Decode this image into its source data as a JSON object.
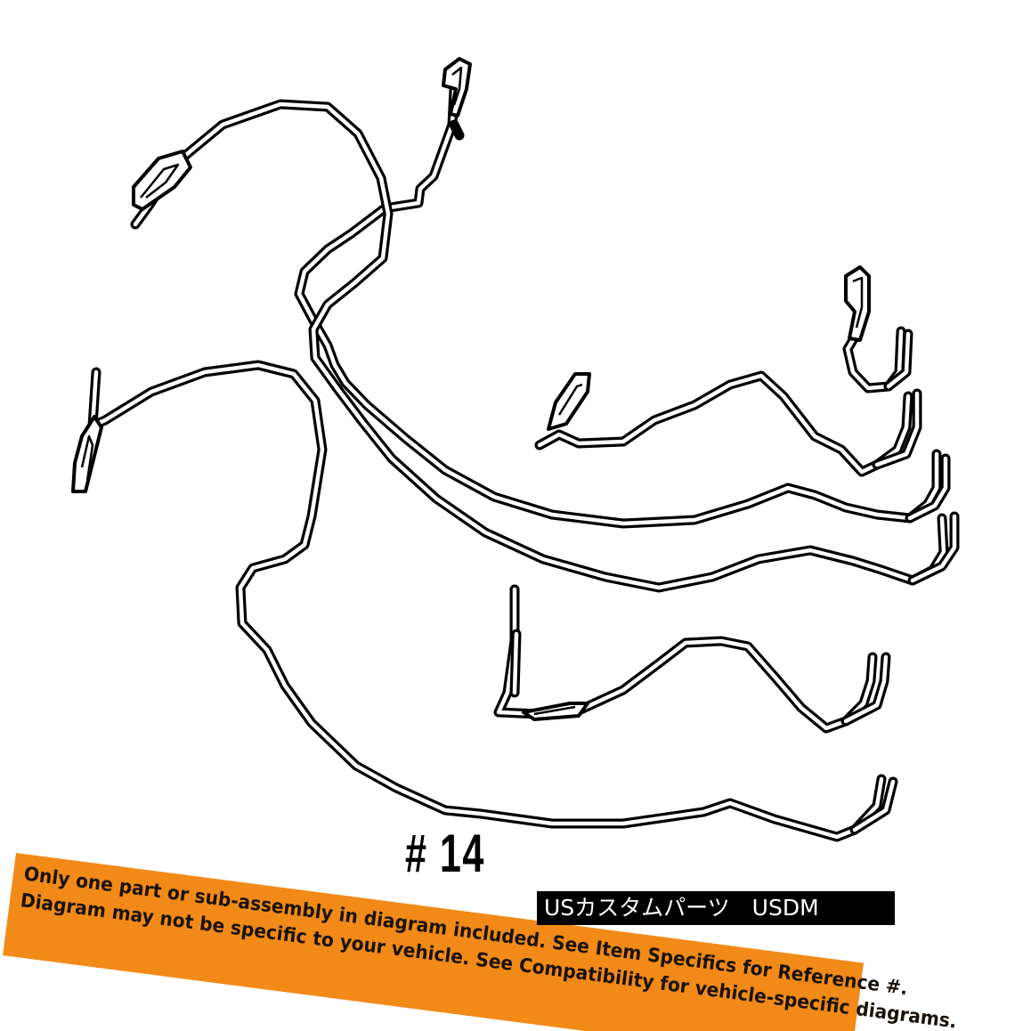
{
  "diagram": {
    "part_label": "# 14"
  },
  "banner": {
    "line1": "Only one part or sub-assembly in diagram included. See Item Specifics for Reference #.",
    "line2": "Diagram may not be specific to your vehicle. See Compatibility for vehicle-specific diagrams.",
    "color": "#f28a18"
  },
  "watermark": {
    "text": "USカスタムパーツ　USDM"
  }
}
